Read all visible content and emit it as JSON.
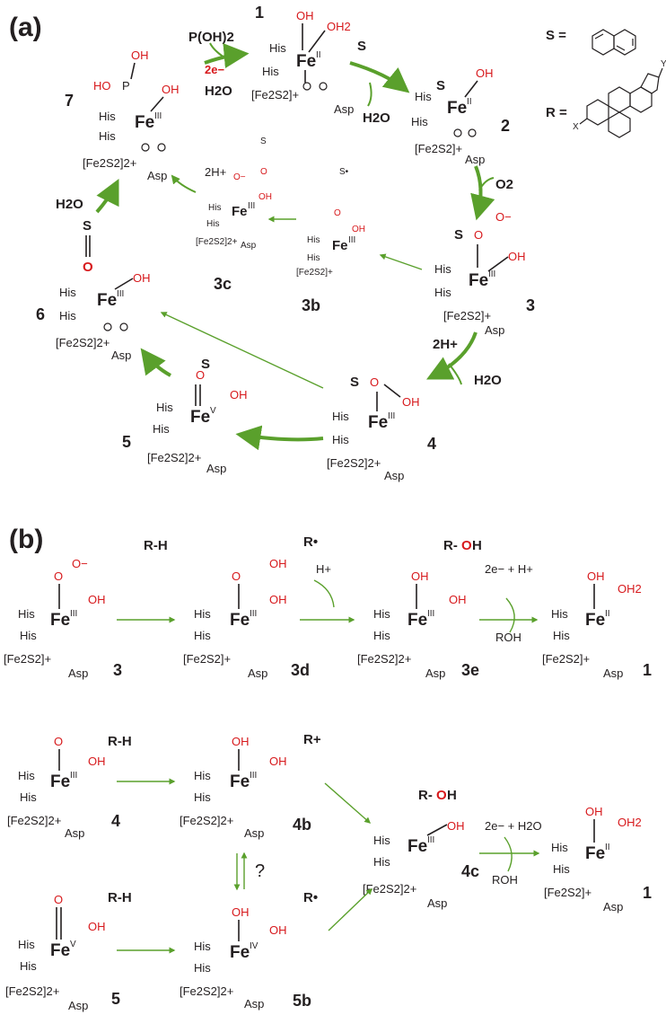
{
  "panels": {
    "a": "(a)",
    "b": "(b)"
  },
  "substrates": {
    "s_label": "S =",
    "r_label": "R =",
    "x": "X",
    "y": "Y"
  },
  "labels": {
    "his": "His",
    "asp": "Asp",
    "fe": "Fe",
    "ox2": "II",
    "ox3": "III",
    "ox4": "IV",
    "ox5": "V",
    "oh": "OH",
    "oh2": "OH2",
    "o": "O",
    "o_minus": "O−",
    "h2o": "H2O",
    "fes_plus": "[Fe2S2]+",
    "fes_2plus": "[Fe2S2]2+",
    "s": "S",
    "s_dot": "S•",
    "p": "P",
    "ho": "HO"
  },
  "reagents": {
    "poh2": "P(OH)2",
    "two_e": "2e−",
    "h2o": "H2O",
    "s": "S",
    "o2": "O2",
    "two_h": "2H+",
    "h_plus": "H+",
    "two_e_h": "2e− + H+",
    "two_e_h2o": "2e− + H2O",
    "roh": "ROH",
    "question": "?"
  },
  "headers": {
    "rh": "R-H",
    "r_rad": "R•",
    "r_cat": "R+",
    "roh_r": "R-",
    "roh_o": "O",
    "roh_h": "H"
  },
  "species_a": {
    "c1": "1",
    "c2": "2",
    "c3": "3",
    "c3b": "3b",
    "c3c": "3c",
    "c4": "4",
    "c5": "5",
    "c6": "6",
    "c7": "7"
  },
  "species_b": {
    "c3": "3",
    "c3d": "3d",
    "c3e": "3e",
    "c1a": "1",
    "c4": "4",
    "c4b": "4b",
    "c4c": "4c",
    "c1b": "1",
    "c5": "5",
    "c5b": "5b"
  },
  "colors": {
    "arrow_green": "#5aa02c",
    "oxygen_red": "#d7191c",
    "ink": "#231f20"
  }
}
